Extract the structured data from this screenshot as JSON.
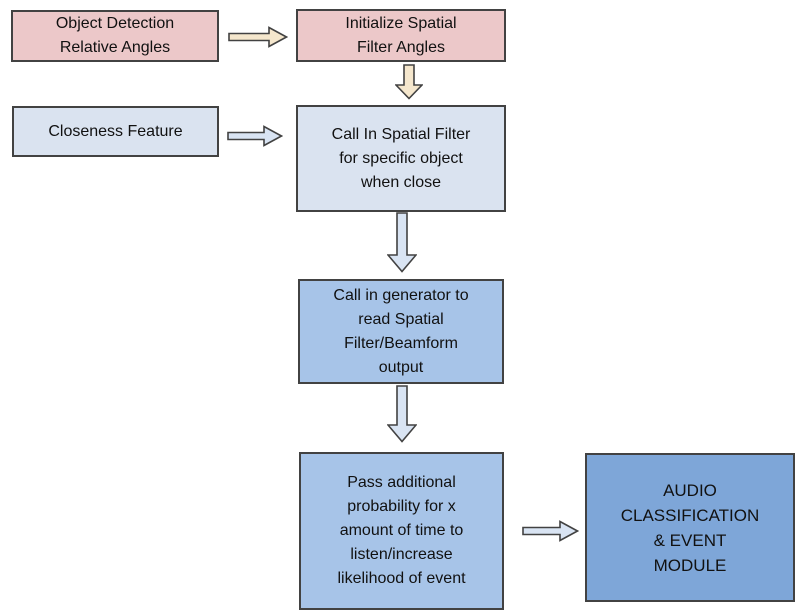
{
  "colors": {
    "bg": "#ffffff",
    "border": "#424242",
    "text": "#111111",
    "pink": "#ecc8c9",
    "cream": "#f5e7cd",
    "light-blue": "#dae3f0",
    "arrow-blue": "#d9e4f3",
    "medium-blue": "#a7c4e8",
    "deep-blue": "#7ea6d8"
  },
  "nodes": [
    {
      "id": "object-detection-relative-angles",
      "label": "Object Detection\nRelative Angles",
      "fill": "pink"
    },
    {
      "id": "initialize-spatial-filter-angles",
      "label": "Initialize Spatial\nFilter Angles",
      "fill": "pink"
    },
    {
      "id": "closeness-feature",
      "label": "Closeness Feature",
      "fill": "light-blue"
    },
    {
      "id": "call-in-spatial-filter",
      "label": "Call In Spatial Filter\nfor specific object\nwhen close",
      "fill": "light-blue"
    },
    {
      "id": "call-in-generator",
      "label": "Call in generator to\nread Spatial\nFilter/Beamform\noutput",
      "fill": "medium-blue"
    },
    {
      "id": "pass-additional-probability",
      "label": "Pass additional\nprobability for x\namount of time to\nlisten/increase\nlikelihood of event",
      "fill": "medium-blue"
    },
    {
      "id": "audio-classification-event-module",
      "label": "AUDIO\nCLASSIFICATION\n& EVENT\nMODULE",
      "fill": "deep-blue"
    }
  ],
  "edges": [
    {
      "from": "object-detection-relative-angles",
      "to": "initialize-spatial-filter-angles",
      "direction": "right",
      "color": "cream"
    },
    {
      "from": "initialize-spatial-filter-angles",
      "to": "call-in-spatial-filter",
      "direction": "down",
      "color": "cream"
    },
    {
      "from": "closeness-feature",
      "to": "call-in-spatial-filter",
      "direction": "right",
      "color": "arrow-blue"
    },
    {
      "from": "call-in-spatial-filter",
      "to": "call-in-generator",
      "direction": "down",
      "color": "arrow-blue"
    },
    {
      "from": "call-in-generator",
      "to": "pass-additional-probability",
      "direction": "down",
      "color": "arrow-blue"
    },
    {
      "from": "pass-additional-probability",
      "to": "audio-classification-event-module",
      "direction": "right",
      "color": "arrow-blue"
    }
  ]
}
